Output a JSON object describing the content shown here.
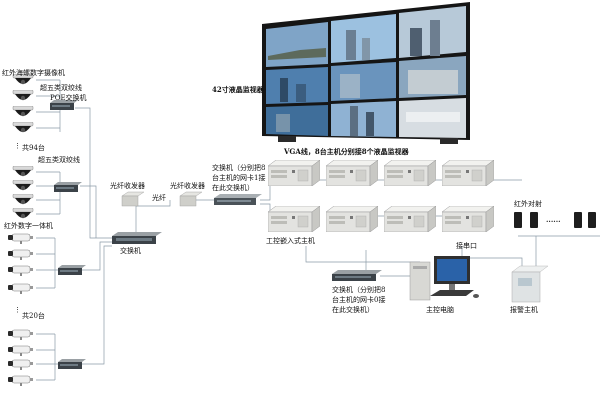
{
  "labels": {
    "ir_dome_camera": "红外海螺数字摄像机",
    "cat5e_top": "超五类双绞线",
    "poe_switch": "POE交换机",
    "total_94": "共94台",
    "cat5e_mid": "超五类双绞线",
    "ir_bullet_camera": "红外数字一体机",
    "total_20": "共20台",
    "fiber_transceiver_left": "光纤收发器",
    "fiber": "光纤",
    "fiber_transceiver_right": "光纤收发器",
    "switch_main": "交换机",
    "lcd_monitor": "42寸液晶监视器",
    "vga_note": "VGA线，8台主机分别接8个液晶监视器",
    "switch_top_note": [
      "交换机（分别把8",
      "台主机的网卡1接",
      "在此交换机）"
    ],
    "ipc_host": "工控嵌入式主机",
    "switch_bottom_note": [
      "交换机（分别把8",
      "台主机的网卡0接",
      "在此交换机）"
    ],
    "serial_port": "接串口",
    "main_pc": "主控电脑",
    "ir_beam": "红外对射",
    "ellipsis": "......",
    "alarm_host": "报警主机"
  },
  "colors": {
    "wire": "#8a9aa6",
    "screen_frame": "#1a1a1a",
    "host_body": "#e3e3e0"
  },
  "icons": [
    "dome-camera-icon",
    "bullet-camera-icon",
    "poe-switch-icon",
    "fiber-transceiver-icon",
    "network-switch-icon",
    "video-wall-icon",
    "industrial-host-icon",
    "pc-icon",
    "alarm-panel-icon",
    "ir-beam-icon"
  ]
}
